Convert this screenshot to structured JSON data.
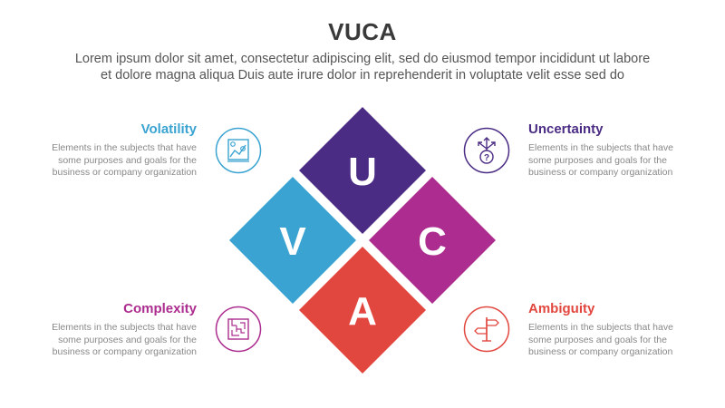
{
  "title": "VUCA",
  "subtitle_line1": "Lorem ipsum dolor sit amet, consectetur adipiscing elit, sed do eiusmod tempor incididunt ut labore",
  "subtitle_line2": "et dolore magna aliqua Duis aute irure dolor in reprehenderit in voluptate velit esse sed do",
  "colors": {
    "volatility": "#3aa3d1",
    "uncertainty": "#4b2c84",
    "complexity": "#ac2d8f",
    "ambiguity": "#e2473f"
  },
  "items": {
    "volatility": {
      "title": "Volatility",
      "line1": "Elements in the subjects that have",
      "line2": "some purposes and goals for the",
      "line3": "business or company organization",
      "icon": "chart-icon"
    },
    "uncertainty": {
      "title": "Uncertainty",
      "line1": "Elements in the subjects that have",
      "line2": "some purposes and goals for the",
      "line3": "business or company organization",
      "icon": "question-arrows-icon"
    },
    "complexity": {
      "title": "Complexity",
      "line1": "Elements in the subjects that have",
      "line2": "some purposes and goals for the",
      "line3": "business or company organization",
      "icon": "maze-icon"
    },
    "ambiguity": {
      "title": "Ambiguity",
      "line1": "Elements in the subjects that have",
      "line2": "some purposes and goals for the",
      "line3": "business or company organization",
      "icon": "signpost-icon"
    }
  },
  "letters": {
    "u": "U",
    "v": "V",
    "c": "C",
    "a": "A"
  }
}
